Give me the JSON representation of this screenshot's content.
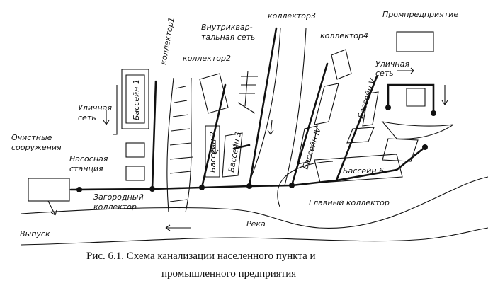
{
  "labels": {
    "collector1": "коллектор1",
    "intra_block_network_l1": "Внутриквар-",
    "intra_block_network_l2": "тальная сеть",
    "collector2": "коллектор2",
    "collector3": "коллектор3",
    "collector4": "коллектор4",
    "industrial_enterprise": "Промпредприятие",
    "street_network_left_l1": "Уличная",
    "street_network_left_l2": "сеть",
    "street_network_right_l1": "Уличная",
    "street_network_right_l2": "сеть",
    "treatment_facilities_l1": "Очистные",
    "treatment_facilities_l2": "сооружения",
    "pumping_station_l1": "Насосная",
    "pumping_station_l2": "станция",
    "suburban_collector_l1": "Загородный",
    "suburban_collector_l2": "коллектор",
    "basin1": "Бассейн 1",
    "basin2": "Бассейн 2",
    "basin3": "Бассейн 3",
    "basin4": "Бассейн IV",
    "basin5": "Бассейн V",
    "basin6": "Бассейн 6",
    "main_collector": "Главный коллектор",
    "outlet": "Выпуск",
    "river": "Река"
  },
  "caption": {
    "line1": "Рис. 6.1. Схема канализации населенного пункта и",
    "line2": "промышленного предприятия"
  }
}
